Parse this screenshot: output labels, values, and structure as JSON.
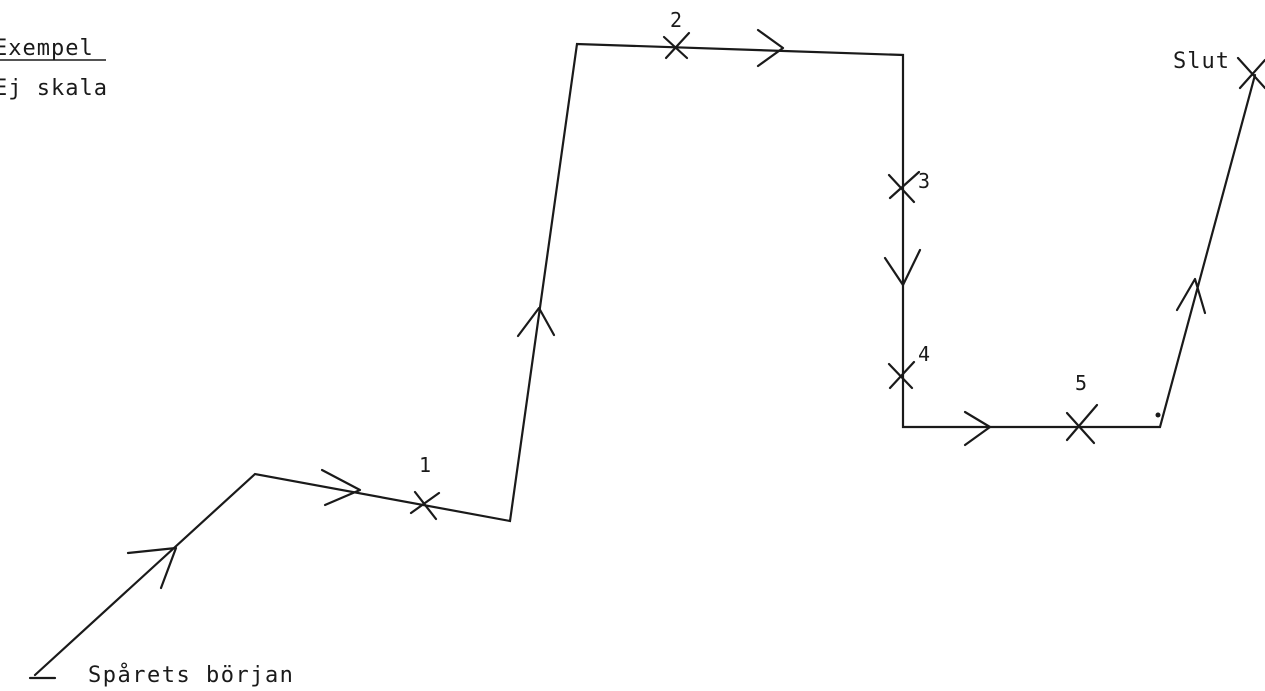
{
  "header": {
    "title": "Exempel",
    "subtitle": "Ej skala"
  },
  "track": {
    "start_label": "Spårets början",
    "end_label": "Slut"
  },
  "checkpoints": [
    {
      "label": "1"
    },
    {
      "label": "2"
    },
    {
      "label": "3"
    },
    {
      "label": "4"
    },
    {
      "label": "5"
    }
  ],
  "colors": {
    "ink": "#1a1a1a",
    "paper": "#ffffff"
  }
}
